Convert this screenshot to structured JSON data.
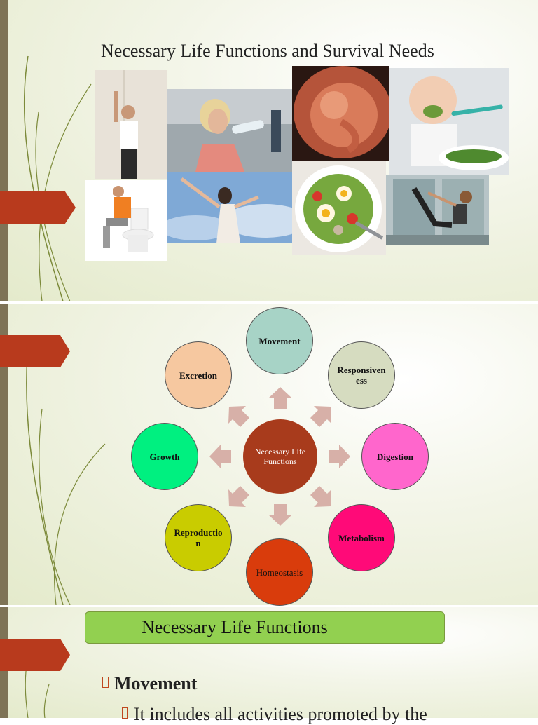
{
  "slide1": {
    "title": "Necessary Life Functions and Survival Needs",
    "photos": [
      "boy-measuring-height-photo",
      "woman-drinking-water-photo",
      "fetus-in-womb-photo",
      "baby-eating-photo",
      "boy-on-toilet-photo",
      "woman-breathing-sky-photo",
      "salad-plate-photo",
      "woman-exercising-photo"
    ]
  },
  "slide2": {
    "center_label": "Necessary Life Functions",
    "nodes": [
      {
        "label": "Movement",
        "color": "#a7d3c6"
      },
      {
        "label": "Responsiveness",
        "color": "#d6dcc0"
      },
      {
        "label": "Digestion",
        "color": "#ff66cc"
      },
      {
        "label": "Metabolism",
        "color": "#ff0a78"
      },
      {
        "label": "Homeostasis",
        "color": "#d93c0c"
      },
      {
        "label": "Reproduction",
        "color": "#c9cc00"
      },
      {
        "label": "Growth",
        "color": "#00f080"
      },
      {
        "label": "Excretion",
        "color": "#f6c8a0"
      }
    ]
  },
  "slide3": {
    "heading": "Necessary Life Functions",
    "bullet": "Movement",
    "sub_bullet": "It includes all activities promoted by the"
  },
  "colors": {
    "accent": "#b83a1d",
    "band": "#7e7356",
    "center": "#a83b1c",
    "arrow": "#d7b0a8",
    "heading_box": "#92d050"
  }
}
